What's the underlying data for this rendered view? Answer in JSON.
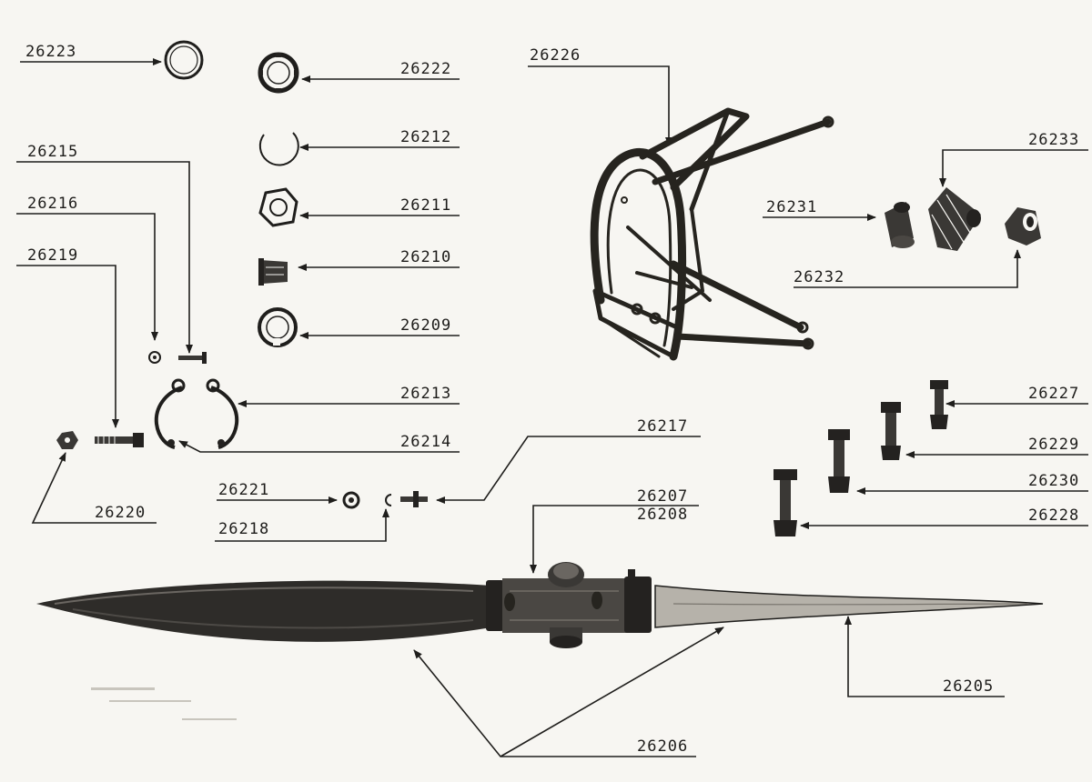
{
  "diagram": {
    "colors": {
      "ink": "#1f1e1c",
      "paper": "#f7f6f2"
    },
    "parts": {
      "p26223": "26223",
      "p26222": "26222",
      "p26212": "26212",
      "p26211": "26211",
      "p26210": "26210",
      "p26209": "26209",
      "p26215": "26215",
      "p26216": "26216",
      "p26219": "26219",
      "p26213": "26213",
      "p26214": "26214",
      "p26220": "26220",
      "p26217": "26217",
      "p26221": "26221",
      "p26218": "26218",
      "p26207": "26207",
      "p26208": "26208",
      "p26226": "26226",
      "p26233": "26233",
      "p26231": "26231",
      "p26232": "26232",
      "p26227": "26227",
      "p26229": "26229",
      "p26230": "26230",
      "p26228": "26228",
      "p26205": "26205",
      "p26206": "26206"
    }
  }
}
